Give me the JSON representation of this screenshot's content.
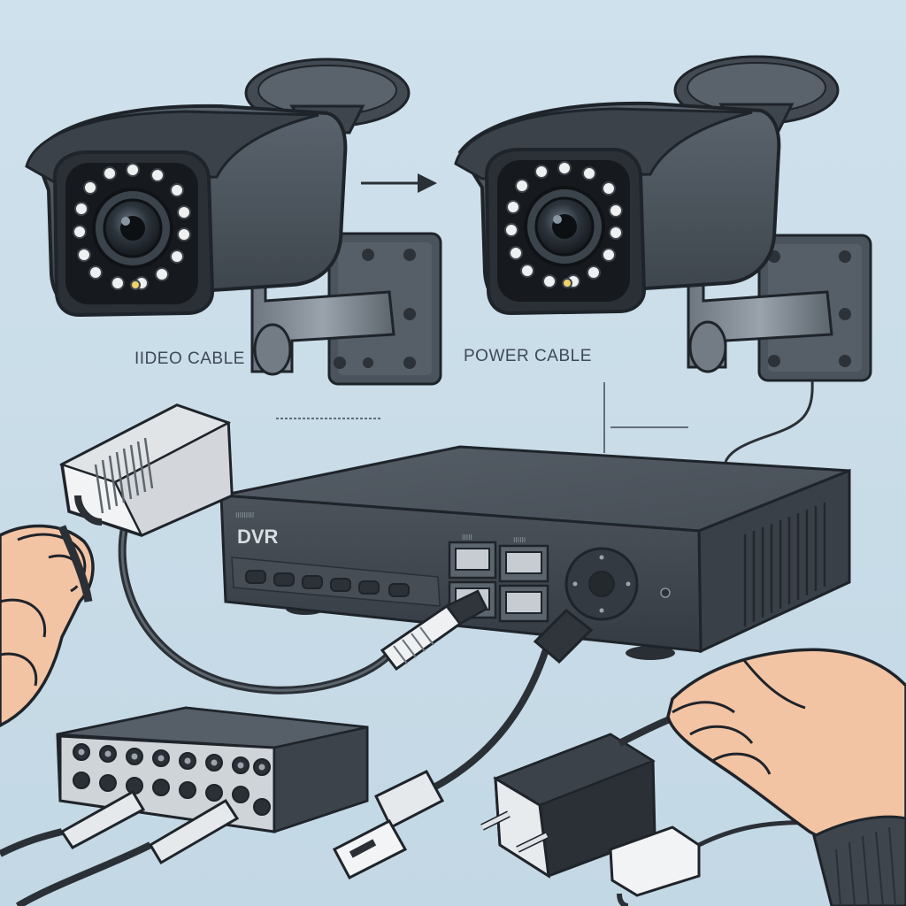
{
  "labels": {
    "video_cable": "IIDEO CABLE",
    "power_cable": "POWER CABLE",
    "dvr": "DVR",
    "dvr_brand": "IIIIIIIII",
    "port_label_video": "IIIII",
    "port_label_power": "IIIIII"
  },
  "colors": {
    "background": "#c9dde9",
    "camera_body": "#4a525b",
    "dvr_body": "#3f464e",
    "outline": "#1f242a",
    "cable": "#2b3036",
    "skin": "#f3c4a4"
  },
  "icons": {
    "arrow": "right-arrow-icon",
    "camera": "cctv-camera-icon",
    "dvr": "dvr-recorder-icon"
  }
}
